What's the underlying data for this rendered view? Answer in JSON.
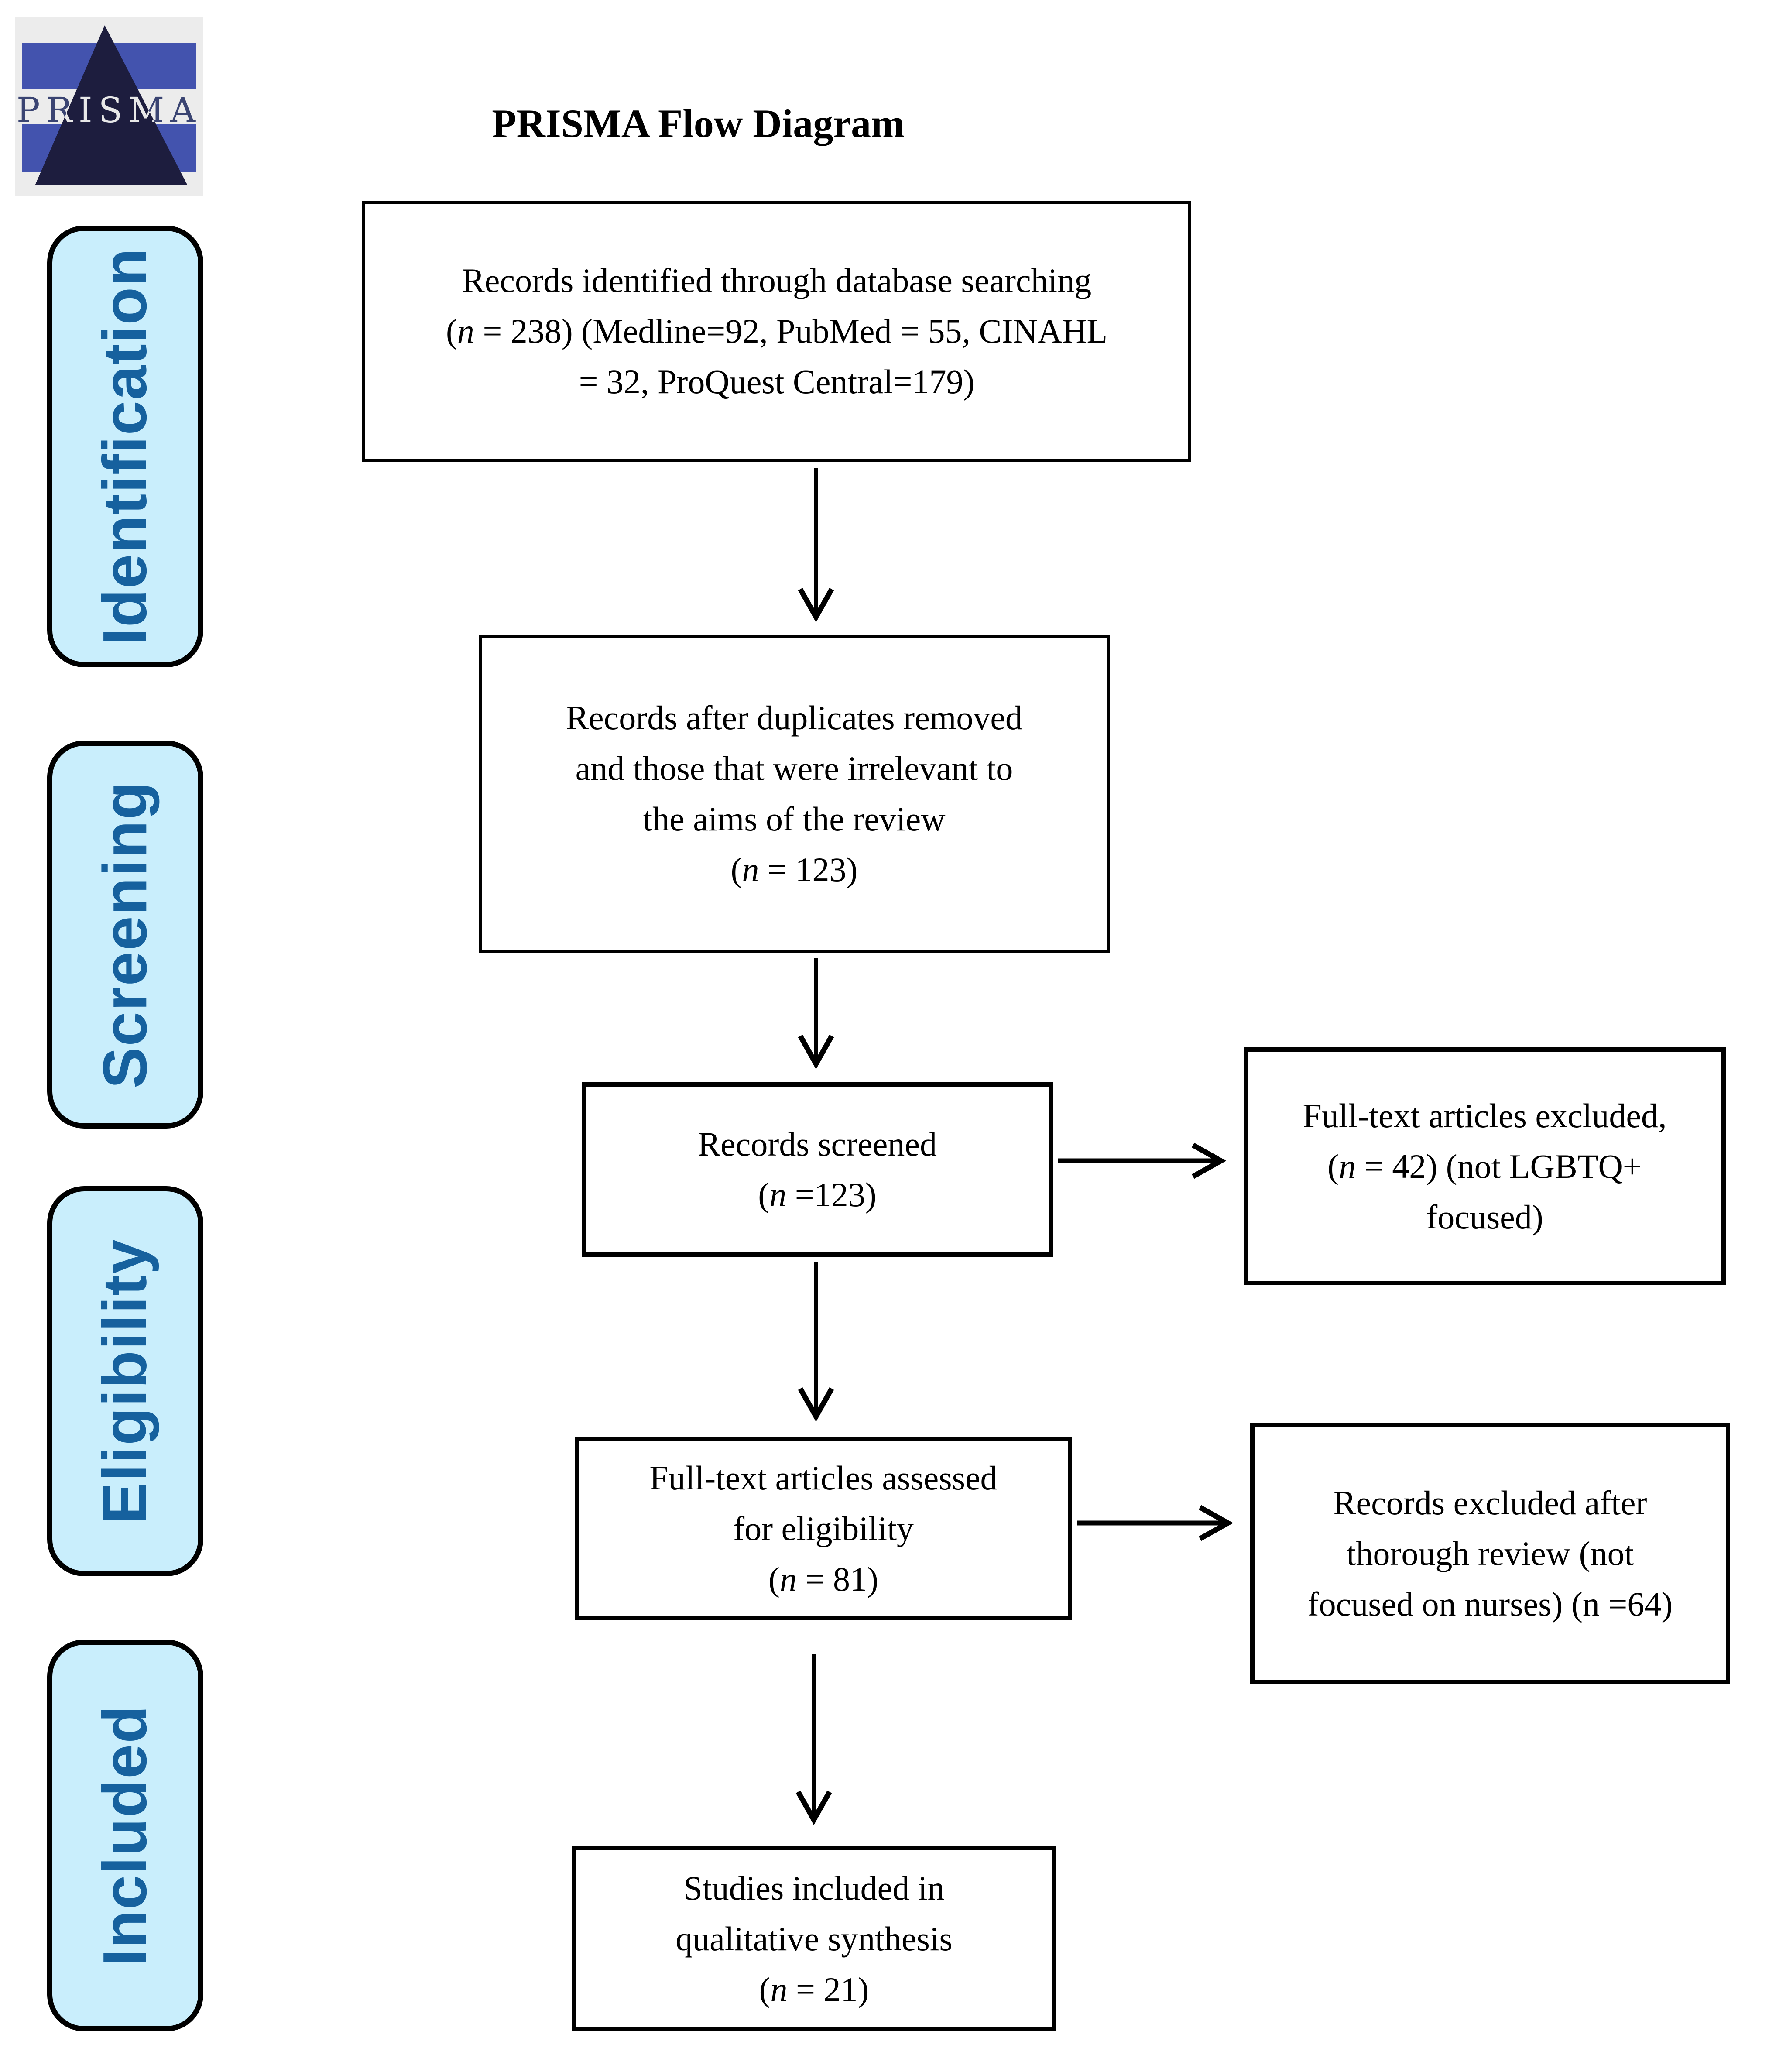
{
  "title": "PRISMA Flow Diagram",
  "logo": {
    "label": "PRISMA"
  },
  "colors": {
    "sidebar_fill": "#C9EEFC",
    "sidebar_text": "#16619E",
    "box_border": "#000000",
    "logo_bar_blue": "#4353AE",
    "logo_triangle_navy": "#1D1D3E",
    "logo_background_gray": "#ECECEC",
    "logo_letter_blue": "#3A4472"
  },
  "sidebar": {
    "items": [
      {
        "label": "Identification"
      },
      {
        "label": "Screening"
      },
      {
        "label": "Eligibility"
      },
      {
        "label": "Included"
      }
    ]
  },
  "boxes": {
    "identified": {
      "italic_n": true,
      "lines": [
        "Records identified through database searching",
        "(n = 238) (Medline=92, PubMed = 55, CINAHL",
        "= 32, ProQuest Central=179)"
      ]
    },
    "duplicates_removed": {
      "italic_n": true,
      "lines": [
        "Records after duplicates removed",
        "and those that were irrelevant to",
        "the aims of the review",
        "(n = 123)"
      ]
    },
    "screened": {
      "italic_n": true,
      "lines": [
        "Records screened",
        "(n =123)"
      ]
    },
    "fulltext_excluded": {
      "italic_n": true,
      "lines": [
        "Full-text articles excluded,",
        "(n = 42) (not LGBTQ+",
        "focused)"
      ]
    },
    "fulltext_assessed": {
      "italic_n": true,
      "lines": [
        "Full-text articles assessed",
        "for eligibility",
        "(n = 81)"
      ]
    },
    "records_excluded": {
      "italic_n": false,
      "lines": [
        "Records excluded after",
        "thorough review (not",
        "focused on nurses) (n =64)"
      ]
    },
    "included_synthesis": {
      "italic_n": true,
      "lines": [
        "Studies included in",
        "qualitative synthesis",
        "(n = 21)"
      ]
    }
  }
}
